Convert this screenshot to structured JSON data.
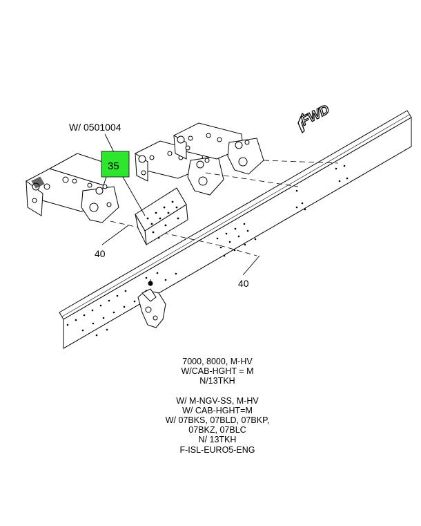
{
  "diagram": {
    "fwd_label": "FWD",
    "highlight_color": "#2ee62e",
    "callouts": {
      "note_w": "W/ 0501004",
      "part_35": "35",
      "part_40_left": "40",
      "part_40_right": "40"
    }
  },
  "notes": {
    "group1": [
      "7000, 8000, M-HV",
      "W/CAB-HGHT = M",
      "N/13TKH"
    ],
    "group2": [
      "W/ M-NGV-SS, M-HV",
      "W/ CAB-HGHT=M",
      "W/ 07BKS, 07BLD, 07BKP,",
      "07BKZ, 07BLC",
      "N/ 13TKH",
      "F-ISL-EURO5-ENG"
    ]
  }
}
